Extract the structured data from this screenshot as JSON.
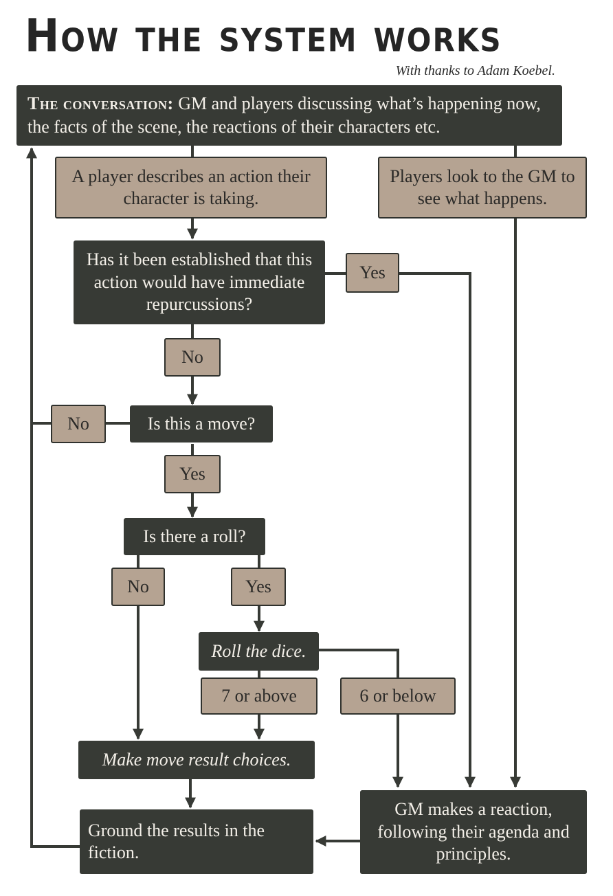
{
  "title": "How the system works",
  "credit": "With thanks to Adam Koebel.",
  "conversation": {
    "label": "The conversation:",
    "text": "GM and players discussing what’s happening now, the facts of the scene, the reactions of their characters etc."
  },
  "nodes": {
    "player_action": "A player describes an action their character is taking.",
    "players_look": "Players look to the GM to see what happens.",
    "established_question": "Has it been established that this action would have immediate repurcussions?",
    "established_yes": "Yes",
    "established_no": "No",
    "move_question": "Is this a move?",
    "move_no": "No",
    "move_yes": "Yes",
    "roll_question": "Is there a roll?",
    "roll_no": "No",
    "roll_yes": "Yes",
    "roll_dice": "Roll the dice.",
    "seven_above": "7 or above",
    "six_below": "6 or below",
    "move_choices": "Make move result choices.",
    "gm_reaction": "GM makes a reaction, following their agenda and principles.",
    "ground_results": "Ground the results in the fiction."
  },
  "colors": {
    "dark_box": "#373a35",
    "tan_box": "#b5a392",
    "line": "#373a35"
  }
}
